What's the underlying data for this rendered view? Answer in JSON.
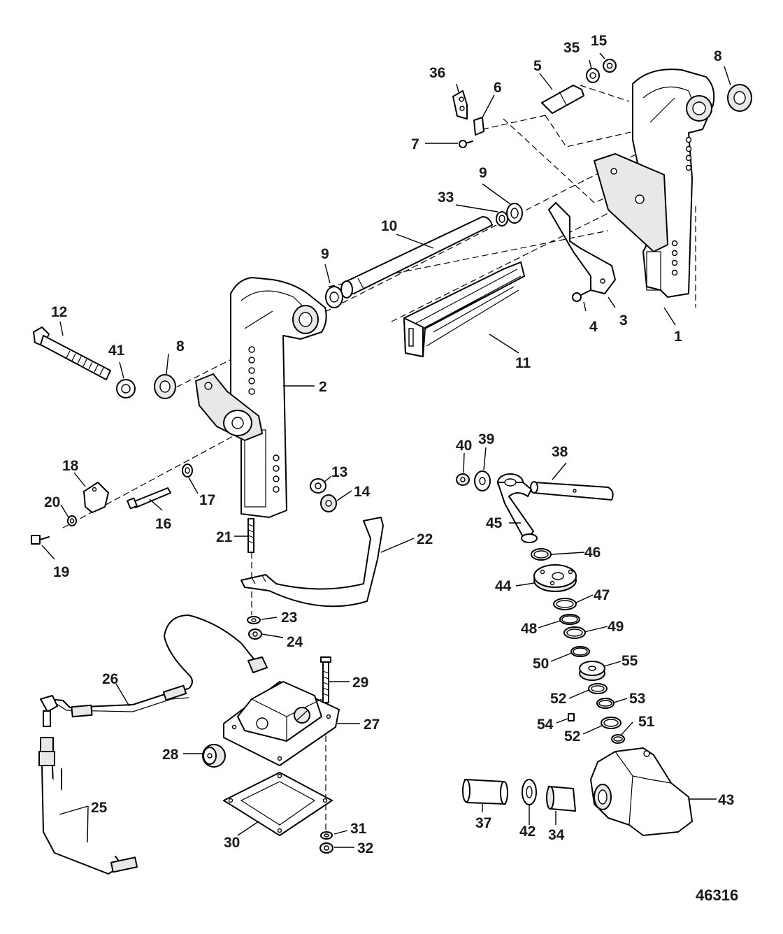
{
  "figure_number": "46316",
  "callouts": {
    "c1": "1",
    "c2": "2",
    "c3": "3",
    "c4": "4",
    "c5": "5",
    "c6": "6",
    "c7": "7",
    "c8a": "8",
    "c8b": "8",
    "c9a": "9",
    "c9b": "9",
    "c10": "10",
    "c11": "11",
    "c12": "12",
    "c13": "13",
    "c14": "14",
    "c15": "15",
    "c16": "16",
    "c17": "17",
    "c18": "18",
    "c19": "19",
    "c20": "20",
    "c21": "21",
    "c22": "22",
    "c23": "23",
    "c24": "24",
    "c25": "25",
    "c26": "26",
    "c27": "27",
    "c28": "28",
    "c29": "29",
    "c30": "30",
    "c31": "31",
    "c32": "32",
    "c33": "33",
    "c34": "34",
    "c35": "35",
    "c36": "36",
    "c37": "37",
    "c38": "38",
    "c39": "39",
    "c40": "40",
    "c41": "41",
    "c42": "42",
    "c43": "43",
    "c44": "44",
    "c45": "45",
    "c46": "46",
    "c47": "47",
    "c48": "48",
    "c49": "49",
    "c50": "50",
    "c51": "51",
    "c52a": "52",
    "c52b": "52",
    "c53": "53",
    "c54": "54",
    "c55": "55"
  }
}
